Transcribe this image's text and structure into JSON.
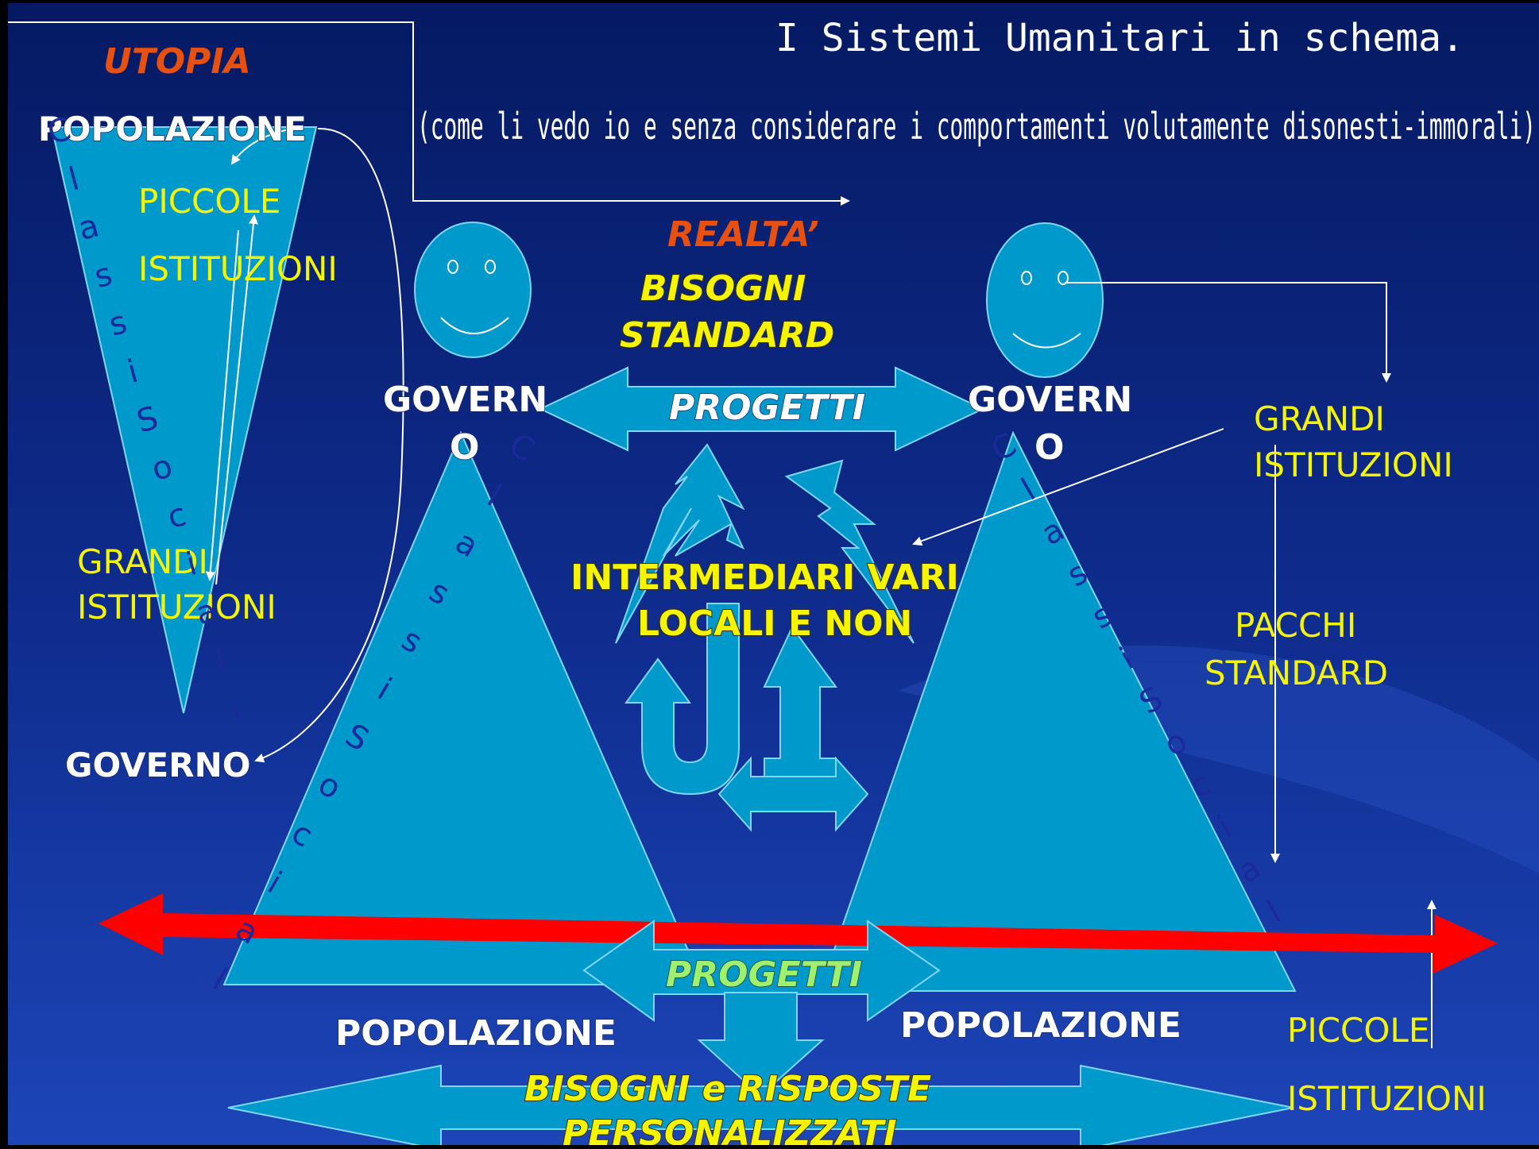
{
  "title": {
    "line1": "I Sistemi Umanitari in schema.",
    "line2": "(come li vedo io e senza considerare i comportamenti volutamente disonesti-immorali)"
  },
  "utopia": {
    "heading": "UTOPIA",
    "top_label": "POPOLAZIONE",
    "small_inst_1": "PICCOLE",
    "small_inst_2": "ISTITUZIONI",
    "big_inst_1": "GRANDI",
    "big_inst_2": "ISTITUZIONI",
    "bottom_label": "GOVERNO",
    "classes_letters": [
      "C",
      "l",
      "a",
      "s",
      "s",
      "i",
      "S",
      "o",
      "c",
      "i",
      "a",
      "l",
      "i"
    ]
  },
  "reality": {
    "heading": "REALTA’",
    "needs_1": "BISOGNI",
    "needs_2": "STANDARD",
    "projects_top": "PROGETTI",
    "gov_left_1": "GOVERN",
    "gov_left_2": "O",
    "gov_right_1": "GOVERN",
    "gov_right_2": "O",
    "intermediaries_1": "INTERMEDIARI VARI",
    "intermediaries_2": "LOCALI E NON",
    "big_inst_1": "GRANDI",
    "big_inst_2": "ISTITUZIONI",
    "packages_1": "PACCHI",
    "packages_2": "STANDARD",
    "projects_bottom": "PROGETTI",
    "pop_left": "POPOLAZIONE",
    "pop_right": "POPOLAZIONE",
    "small_inst_1": "PICCOLE",
    "small_inst_2": "ISTITUZIONI",
    "personal_1": "BISOGNI e RISPOSTE",
    "personal_2": "PERSONALIZZATI",
    "classes_left": [
      "C",
      "l",
      "a",
      "s",
      "s",
      "i",
      "S",
      "o",
      "c",
      "i",
      "a",
      "l"
    ],
    "classes_right": [
      "C",
      "l",
      "a",
      "s",
      "s",
      "i",
      "S",
      "o",
      "c",
      "i",
      "a",
      "l"
    ]
  },
  "colors": {
    "background_top": "#061a63",
    "background_bottom": "#1a3fb0",
    "shape_fill": "#0099cc",
    "red_arrow": "#ff0000",
    "yellow_text": "#f5f500"
  }
}
